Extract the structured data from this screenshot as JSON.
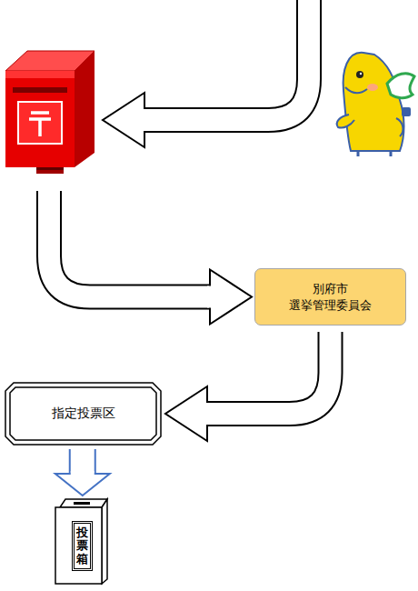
{
  "diagram": {
    "nodes": [
      {
        "text": [
          "別府市 選挙管理委員会"
        ]
      },
      {
        "text": [
          "指定投票区"
        ]
      },
      {
        "text": [
          "投票箱"
        ]
      }
    ],
    "edges": [
      {
        "from": 0,
        "to": 1,
        "arrow": "to"
      },
      {
        "from": 1,
        "to": 2,
        "arrow": "to"
      }
    ]
  }
}
